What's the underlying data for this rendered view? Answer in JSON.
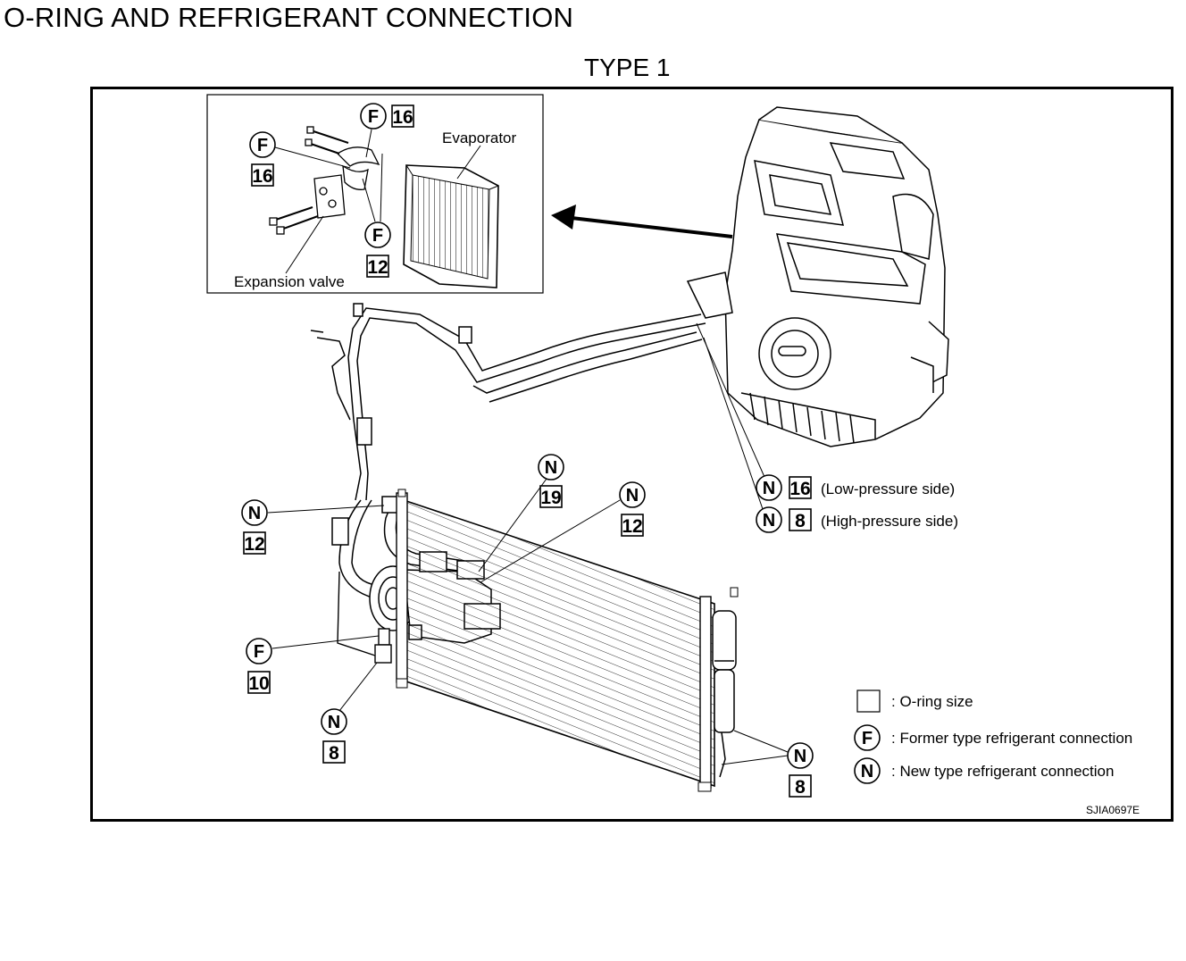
{
  "page_title": "O-RING AND REFRIGERANT CONNECTION",
  "type_title": "TYPE 1",
  "inset": {
    "evaporator_label": "Evaporator",
    "expansion_valve_label": "Expansion valve"
  },
  "callouts": {
    "inset_top": {
      "letter": "F",
      "size": "16"
    },
    "inset_left": {
      "letter": "F",
      "size": "16"
    },
    "inset_bottom": {
      "letter": "F",
      "size": "12"
    },
    "low_pressure": {
      "letter": "N",
      "size": "16",
      "note": "(Low-pressure side)"
    },
    "high_pressure": {
      "letter": "N",
      "size": "8",
      "note": "(High-pressure side)"
    },
    "left_hose": {
      "letter": "N",
      "size": "12"
    },
    "compressor_top": {
      "letter": "N",
      "size": "19"
    },
    "compressor_right": {
      "letter": "N",
      "size": "12"
    },
    "compressor_bottom_f": {
      "letter": "F",
      "size": "10"
    },
    "compressor_bottom_n": {
      "letter": "N",
      "size": "8"
    },
    "receiver": {
      "letter": "N",
      "size": "8"
    }
  },
  "legend": {
    "oring": ": O-ring size",
    "former": {
      "letter": "F",
      "text": ": Former type refrigerant connection"
    },
    "new": {
      "letter": "N",
      "text": ": New type refrigerant connection"
    }
  },
  "figure_code": "SJIA0697E"
}
